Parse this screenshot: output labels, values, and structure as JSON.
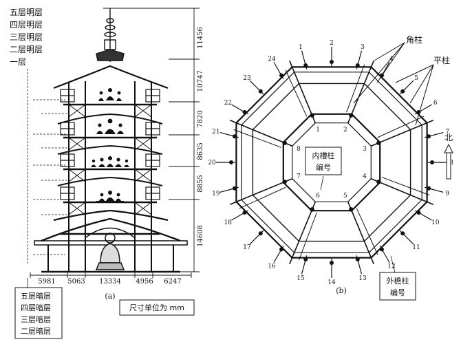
{
  "left_figure": {
    "caption": "(a)",
    "floor_labels": [
      "五层明层",
      "四层明层",
      "三层明层",
      "二层明层",
      "一层"
    ],
    "hidden_floor_labels": [
      "五层暗层",
      "四层暗层",
      "三层暗层",
      "二层暗层"
    ],
    "unit_note": "尺寸单位为 mm",
    "height_dims": [
      "11456",
      "10747",
      "7820",
      "8635",
      "8855",
      "14608"
    ],
    "width_dims": [
      "5981",
      "5063",
      "13334",
      "4956",
      "6247"
    ]
  },
  "right_figure": {
    "caption": "(b)",
    "corner_column_label": "角柱",
    "flat_column_label": "平柱",
    "inner_column_label": [
      "内槽柱",
      "编号"
    ],
    "outer_column_label": [
      "外檐柱",
      "编号"
    ],
    "north_label": "北",
    "outer_numbers": [
      "1",
      "2",
      "3",
      "4",
      "5",
      "6",
      "7",
      "8",
      "9",
      "10",
      "11",
      "12",
      "13",
      "14",
      "15",
      "16",
      "17",
      "18",
      "19",
      "20",
      "21",
      "22",
      "23",
      "24"
    ],
    "inner_numbers": [
      "1",
      "2",
      "3",
      "4",
      "5",
      "6",
      "7",
      "8"
    ]
  }
}
